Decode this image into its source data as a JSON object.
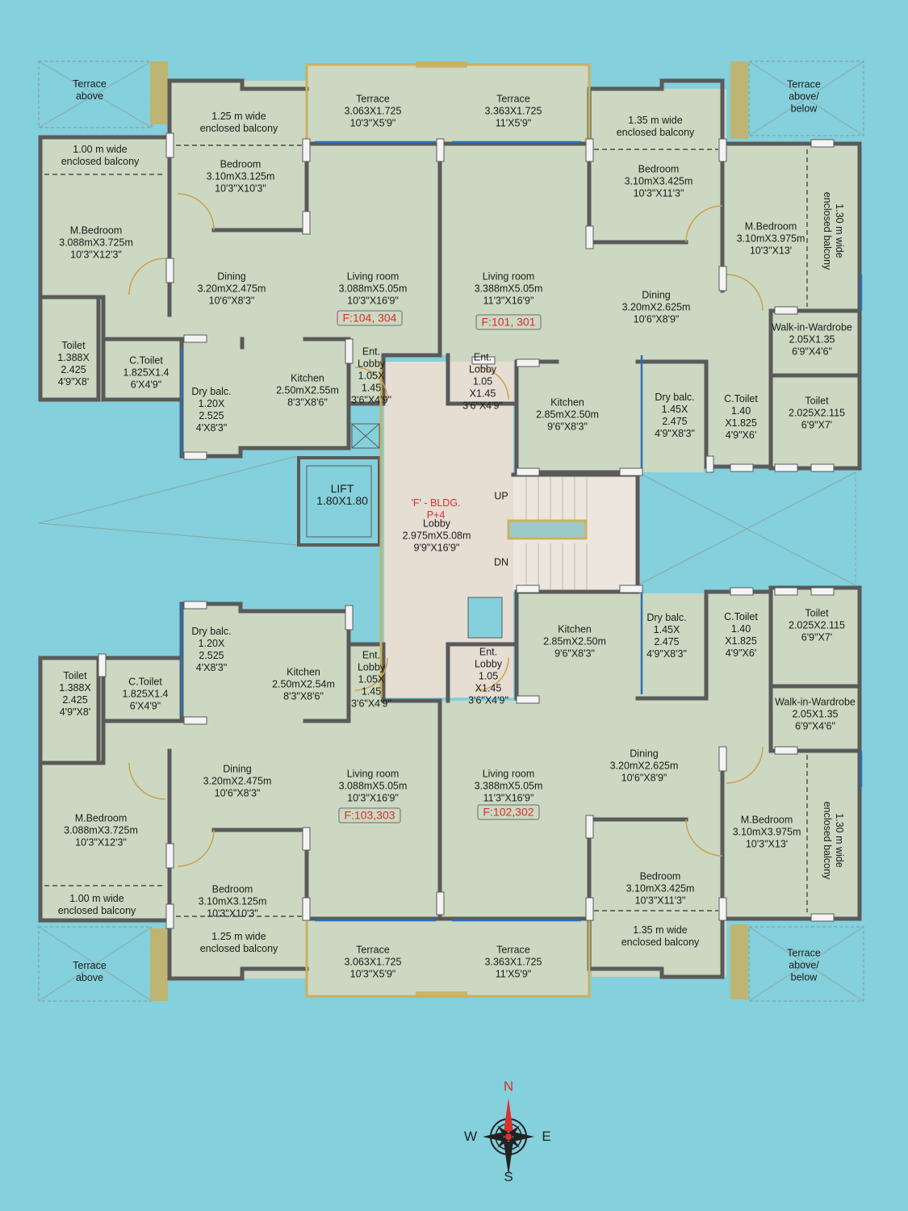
{
  "building": {
    "name": "'F' - BLDG.",
    "floors": "P+4",
    "lobby_name": "Lobby",
    "lobby_size": "2.975mX5.08m",
    "lobby_size_ft": "9'9\"X16'9\"",
    "lift_name": "LIFT",
    "lift_size": "1.80X1.80",
    "stair_up": "UP",
    "stair_down": "DN"
  },
  "flat_tags": {
    "nw": "F:104, 304",
    "ne": "F:101, 301",
    "sw": "F:103,303",
    "se": "F:102,302"
  },
  "rooms": [
    {
      "lines": [
        "Terrace",
        "above"
      ]
    },
    {
      "lines": [
        "1.25 m wide",
        "enclosed balcony"
      ]
    },
    {
      "lines": [
        "Terrace",
        "3.063X1.725",
        "10'3\"X5'9\""
      ]
    },
    {
      "lines": [
        "Terrace",
        "3.363X1.725",
        "11'X5'9\""
      ]
    },
    {
      "lines": [
        "1.35 m wide",
        "enclosed balcony"
      ]
    },
    {
      "lines": [
        "Terrace",
        "above/",
        "below"
      ]
    },
    {
      "lines": [
        "1.00 m wide",
        "enclosed balcony"
      ]
    },
    {
      "lines": [
        "Bedroom",
        "3.10mX3.125m",
        "10'3\"X10'3\""
      ]
    },
    {
      "lines": [
        "Bedroom",
        "3.10mX3.425m",
        "10'3\"X11'3\""
      ]
    },
    {
      "lines": [
        "M.Bedroom",
        "3.088mX3.725m",
        "10'3\"X12'3\""
      ]
    },
    {
      "lines": [
        "M.Bedroom",
        "3.10mX3.975m",
        "10'3\"X13'"
      ]
    },
    {
      "lines": [
        "Dining",
        "3.20mX2.475m",
        "10'6\"X8'3\""
      ]
    },
    {
      "lines": [
        "Living room",
        "3.088mX5.05m",
        "10'3\"X16'9\""
      ]
    },
    {
      "lines": [
        "Living room",
        "3.388mX5.05m",
        "11'3\"X16'9\""
      ]
    },
    {
      "lines": [
        "Dining",
        "3.20mX2.625m",
        "10'6\"X8'9\""
      ]
    },
    {
      "lines": [
        "Walk-in-Wardrobe",
        "2.05X1.35",
        "6'9\"X4'6\""
      ]
    },
    {
      "lines": [
        "Toilet",
        "1.388X",
        "2.425",
        "4'9\"X8'"
      ]
    },
    {
      "lines": [
        "C.Toilet",
        "1.825X1.4",
        "6'X4'9\""
      ]
    },
    {
      "lines": [
        "Ent.",
        "Lobby",
        "1.05X",
        "1.45",
        "3'6\"X4'9\""
      ]
    },
    {
      "lines": [
        "Ent.",
        "Lobby",
        "1.05",
        "X1.45",
        "3'6\"X4'9\""
      ]
    },
    {
      "lines": [
        "Dry balc.",
        "1.20X",
        "2.525",
        "4'X8'3\""
      ]
    },
    {
      "lines": [
        "Kitchen",
        "2.50mX2.55m",
        "8'3\"X8'6\""
      ]
    },
    {
      "lines": [
        "Kitchen",
        "2.85mX2.50m",
        "9'6\"X8'3\""
      ]
    },
    {
      "lines": [
        "Dry balc.",
        "1.45X",
        "2.475",
        "4'9\"X8'3\""
      ]
    },
    {
      "lines": [
        "C.Toilet",
        "1.40",
        "X1.825",
        "4'9\"X6'"
      ]
    },
    {
      "lines": [
        "Toilet",
        "2.025X2.115",
        "6'9\"X7'"
      ]
    },
    {
      "lines": [
        "Kitchen",
        "2.85mX2.50m",
        "9'6\"X8'3\""
      ]
    },
    {
      "lines": [
        "Dry balc.",
        "1.45X",
        "2.475",
        "4'9\"X8'3\""
      ]
    },
    {
      "lines": [
        "C.Toilet",
        "1.40",
        "X1.825",
        "4'9\"X6'"
      ]
    },
    {
      "lines": [
        "Toilet",
        "2.025X2.115",
        "6'9\"X7'"
      ]
    },
    {
      "lines": [
        "Dry balc.",
        "1.20X",
        "2.525",
        "4'X8'3\""
      ]
    },
    {
      "lines": [
        "Kitchen",
        "2.50mX2.54m",
        "8'3\"X8'6\""
      ]
    },
    {
      "lines": [
        "Toilet",
        "1.388X",
        "2.425",
        "4'9\"X8'"
      ]
    },
    {
      "lines": [
        "C.Toilet",
        "1.825X1.4",
        "6'X4'9\""
      ]
    },
    {
      "lines": [
        "Ent.",
        "Lobby",
        "1.05X",
        "1.45",
        "3'6\"X4'9\""
      ]
    },
    {
      "lines": [
        "Ent.",
        "Lobby",
        "1.05",
        "X1.45",
        "3'6\"X4'9\""
      ]
    },
    {
      "lines": [
        "Walk-in-Wardrobe",
        "2.05X1.35",
        "6'9\"X4'6\""
      ]
    },
    {
      "lines": [
        "Dining",
        "3.20mX2.475m",
        "10'6\"X8'3\""
      ]
    },
    {
      "lines": [
        "Living room",
        "3.088mX5.05m",
        "10'3\"X16'9\""
      ]
    },
    {
      "lines": [
        "Living room",
        "3.388mX5.05m",
        "11'3\"X16'9\""
      ]
    },
    {
      "lines": [
        "Dining",
        "3.20mX2.625m",
        "10'6\"X8'9\""
      ]
    },
    {
      "lines": [
        "M.Bedroom",
        "3.088mX3.725m",
        "10'3\"X12'3\""
      ]
    },
    {
      "lines": [
        "M.Bedroom",
        "3.10mX3.975m",
        "10'3\"X13'"
      ]
    },
    {
      "lines": [
        "1.00 m wide",
        "enclosed balcony"
      ]
    },
    {
      "lines": [
        "Bedroom",
        "3.10mX3.125m",
        "10'3\"X10'3\""
      ]
    },
    {
      "lines": [
        "Bedroom",
        "3.10mX3.425m",
        "10'3\"X11'3\""
      ]
    },
    {
      "lines": [
        "1.25 m wide",
        "enclosed balcony"
      ]
    },
    {
      "lines": [
        "1.35 m wide",
        "enclosed balcony"
      ]
    },
    {
      "lines": [
        "Terrace",
        "above"
      ]
    },
    {
      "lines": [
        "Terrace",
        "3.063X1.725",
        "10'3\"X5'9\""
      ]
    },
    {
      "lines": [
        "Terrace",
        "3.363X1.725",
        "11'X5'9\""
      ]
    },
    {
      "lines": [
        "Terrace",
        "above/",
        "below"
      ]
    }
  ],
  "vertical_labels": [
    {
      "lines": [
        "1.30 m wide",
        "enclosed balcony"
      ]
    },
    {
      "lines": [
        "1.30 m wide",
        "enclosed balcony"
      ]
    }
  ],
  "compass": {
    "north": "N",
    "south": "S",
    "east": "E",
    "west": "W"
  },
  "colors": {
    "background": "#84d0dc",
    "floor": "#ccd8c2",
    "wall": "#5a5a5a",
    "lobby": "#e6ddd3",
    "tag": "#d93030"
  }
}
